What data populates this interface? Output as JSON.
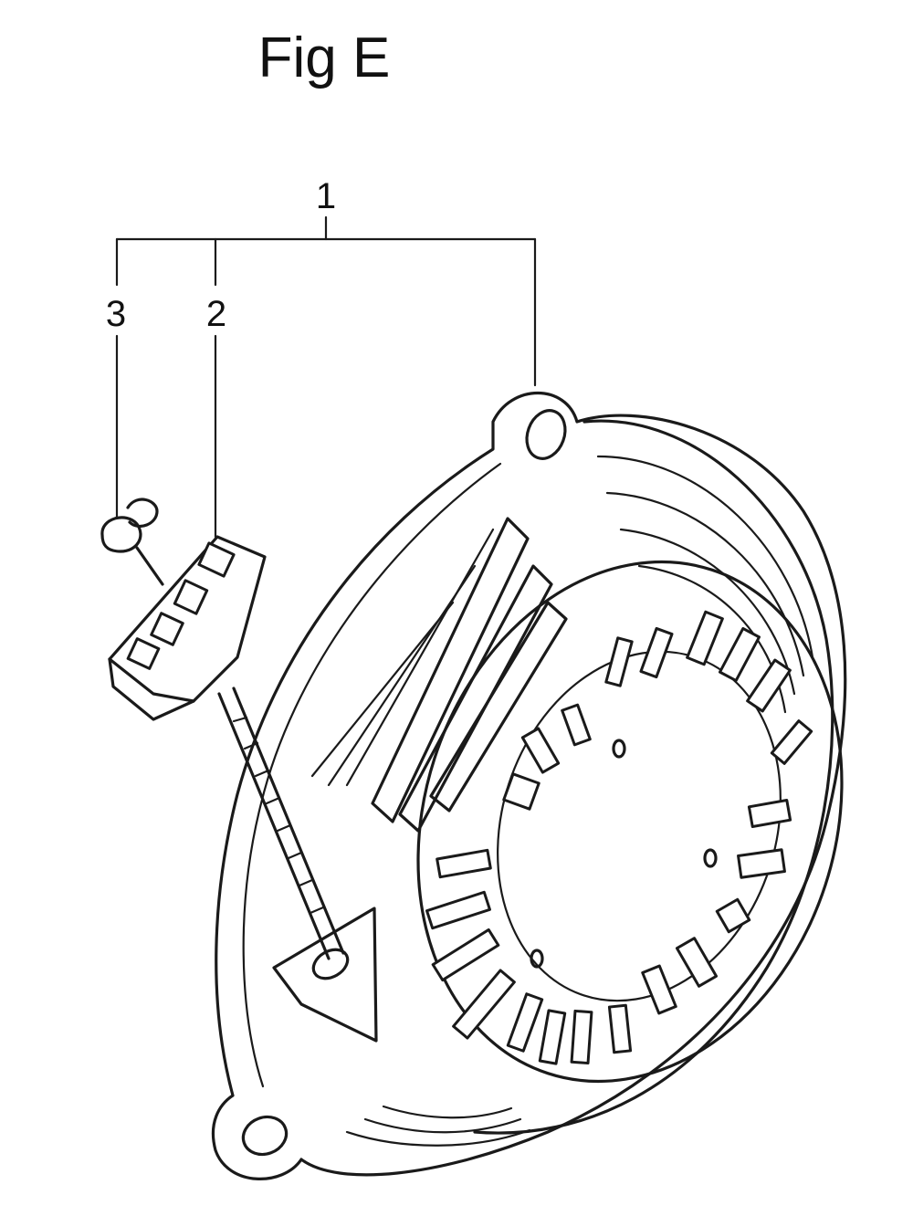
{
  "figure": {
    "title": "Fig E"
  },
  "callouts": [
    {
      "id": "c1",
      "label": "1"
    },
    {
      "id": "c2",
      "label": "2"
    },
    {
      "id": "c3",
      "label": "3"
    }
  ],
  "parts": [
    {
      "label": "1",
      "icon": "recoil-starter-assembly-icon"
    },
    {
      "label": "2",
      "icon": "starter-grip-handle-icon"
    },
    {
      "label": "3",
      "icon": "rope-knot-icon"
    }
  ],
  "colors": {
    "ink": "#1a1a1a",
    "background": "#ffffff"
  }
}
